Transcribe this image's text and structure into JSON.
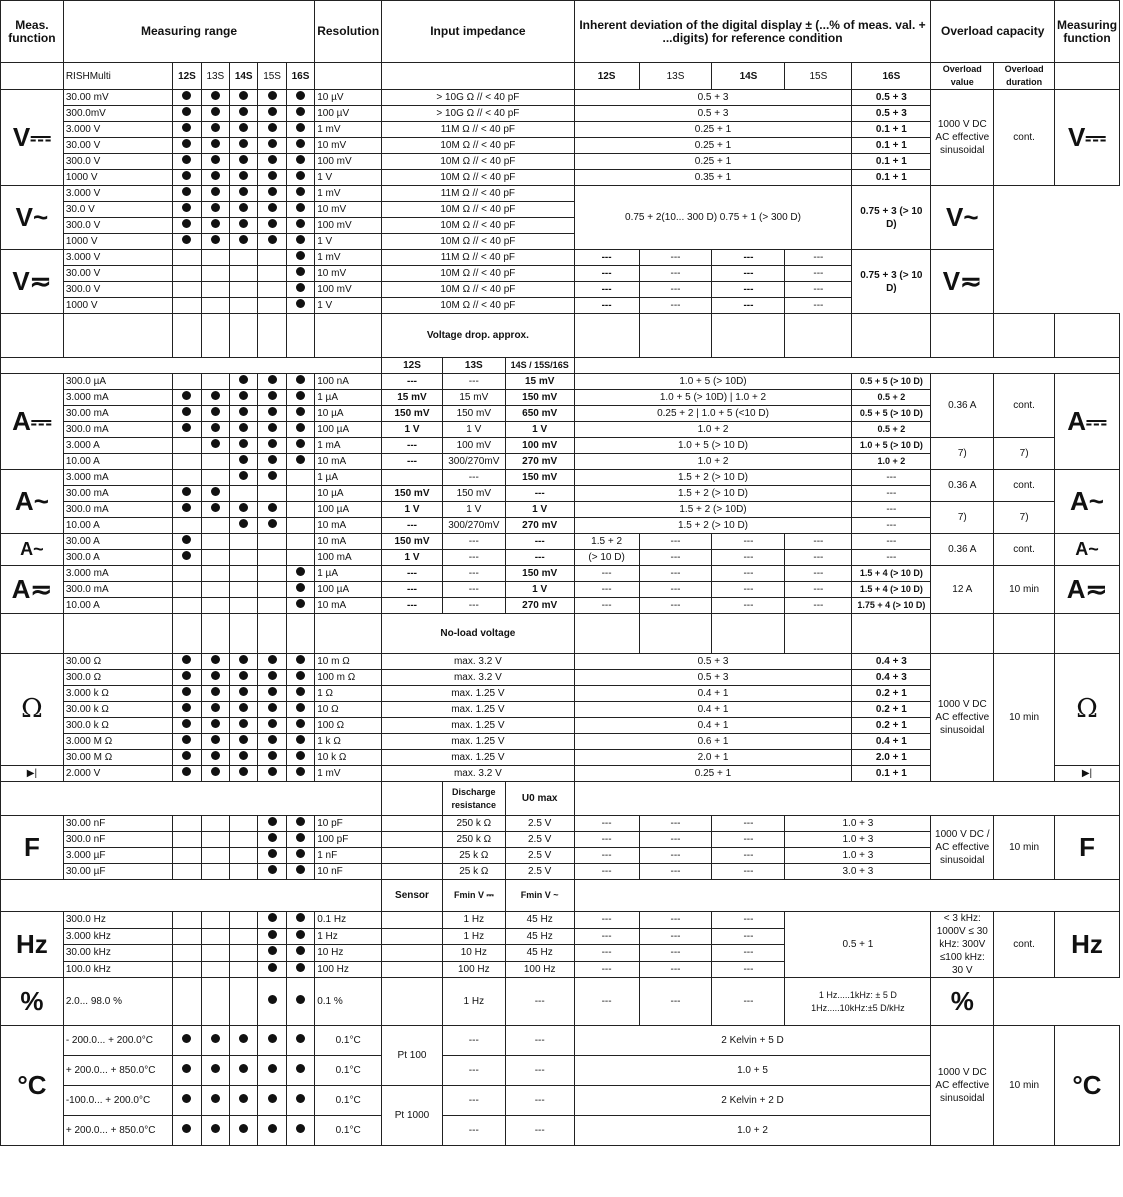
{
  "header": {
    "meas_function": "Meas. function",
    "measuring_range": "Measuring range",
    "resolution": "Resolution",
    "input_impedance": "Input impedance",
    "inherent_deviation": "Inherent deviation of the digital display ± (...% of meas. val. + ...digits) for reference condition",
    "overload_capacity": "Overload capacity",
    "overload_value": "Overload value",
    "overload_duration": "Overload duration",
    "measuring_function": "Measuring function",
    "brand": "RISHMulti",
    "models": [
      "12S",
      "13S",
      "14S",
      "15S",
      "16S"
    ]
  },
  "sections": {
    "vdc": {
      "symbol": "V⎓",
      "overload_value": "1000 V DC AC effective sinusoidal",
      "overload_duration": "cont.",
      "rows": [
        {
          "range": "30.00 mV",
          "res": "10 µV",
          "imp": "> 10G Ω // < 40 pF",
          "dev": "0.5 + 3",
          "dev16": "0.5 + 3"
        },
        {
          "range": "300.0mV",
          "res": "100 µV",
          "imp": "> 10G Ω // < 40 pF",
          "dev": "0.5 + 3",
          "dev16": "0.5 + 3"
        },
        {
          "range": "3.000 V",
          "res": "1 mV",
          "imp": "11M Ω // < 40 pF",
          "dev": "0.25 + 1",
          "dev16": "0.1 + 1"
        },
        {
          "range": "30.00 V",
          "res": "10 mV",
          "imp": "10M Ω // < 40 pF",
          "dev": "0.25 + 1",
          "dev16": "0.1 + 1"
        },
        {
          "range": "300.0 V",
          "res": "100 mV",
          "imp": "10M Ω // < 40 pF",
          "dev": "0.25 + 1",
          "dev16": "0.1 + 1"
        },
        {
          "range": "1000 V",
          "res": "1 V",
          "imp": "10M Ω // < 40 pF",
          "dev": "0.35 + 1",
          "dev16": "0.1 + 1"
        }
      ]
    },
    "vac": {
      "symbol": "V~",
      "dev": "0.75 + 2(10... 300 D) 0.75 + 1 (> 300 D)",
      "dev16": "0.75 + 3 (> 10 D)",
      "rows": [
        {
          "range": "3.000 V",
          "res": "1 mV",
          "imp": "11M Ω // < 40 pF"
        },
        {
          "range": "30.0 V",
          "res": "10 mV",
          "imp": "10M Ω // < 40 pF"
        },
        {
          "range": "300.0 V",
          "res": "100 mV",
          "imp": "10M Ω // < 40 pF"
        },
        {
          "range": "1000 V",
          "res": "1 V",
          "imp": "10M Ω // < 40 pF"
        }
      ]
    },
    "vacdc": {
      "symbol": "V≂",
      "dev16": "0.75 + 3 (> 10 D)",
      "rows": [
        {
          "range": "3.000 V",
          "res": "1 mV",
          "imp": "11M Ω // < 40 pF"
        },
        {
          "range": "30.00 V",
          "res": "10 mV",
          "imp": "10M Ω // < 40 pF"
        },
        {
          "range": "300.0 V",
          "res": "100 mV",
          "imp": "10M Ω // < 40 pF"
        },
        {
          "range": "1000 V",
          "res": "1 V",
          "imp": "10M Ω // < 40 pF"
        }
      ]
    },
    "voltage_drop": {
      "title": "Voltage drop. approx.",
      "c12": "12S",
      "c13": "13S",
      "c14": "14S / 15S/16S"
    },
    "adc": {
      "symbol": "A⎓",
      "rows": [
        {
          "range": "300.0 µA",
          "res": "100 nA",
          "v12": "---",
          "v13": "---",
          "v14": "15 mV",
          "dev": "1.0 + 5 (> 10D)",
          "dev16": "0.5 + 5 (> 10 D)"
        },
        {
          "range": "3.000 mA",
          "res": "1 µA",
          "v12": "15 mV",
          "v13": "15 mV",
          "v14": "150 mV",
          "dev": "1.0 + 5 (> 10D) | 1.0 + 2",
          "dev16": "0.5 + 2"
        },
        {
          "range": "30.00 mA",
          "res": "10 µA",
          "v12": "150 mV",
          "v13": "150 mV",
          "v14": "650 mV",
          "dev": "0.25 + 2 | 1.0 + 5 (<10 D)",
          "dev16": "0.5 + 5 (> 10 D)"
        },
        {
          "range": "300.0 mA",
          "res": "100 µA",
          "v12": "1 V",
          "v13": "1 V",
          "v14": "1 V",
          "dev": "1.0 + 2",
          "dev16": "0.5 + 2"
        },
        {
          "range": "3.000 A",
          "res": "1 mA",
          "v12": "---",
          "v13": "100 mV",
          "v14": "100 mV",
          "dev": "1.0 + 5 (> 10 D)",
          "dev16": "1.0 + 5 (> 10 D)"
        },
        {
          "range": "10.00 A",
          "res": "10 mA",
          "v12": "---",
          "v13": "300/270mV",
          "v14": "270 mV",
          "dev": "1.0 + 2",
          "dev16": "1.0 + 2"
        }
      ],
      "ov1": "0.36 A",
      "dur1": "cont.",
      "ov2": "7)",
      "dur2": "7)"
    },
    "aac": {
      "symbol": "A~",
      "rows": [
        {
          "range": "3.000 mA",
          "res": "1 µA",
          "v12": "",
          "v13": "---",
          "v14": "150 mV",
          "dev": "1.5 + 2 (> 10 D)",
          "dev16": "---"
        },
        {
          "range": "30.00 mA",
          "res": "10 µA",
          "v12": "150 mV",
          "v13": "150 mV",
          "v14": "---",
          "dev": "1.5 + 2 (> 10 D)",
          "dev16": "---"
        },
        {
          "range": "300.0 mA",
          "res": "100 µA",
          "v12": "1 V",
          "v13": "1 V",
          "v14": "1 V",
          "dev": "1.5 + 2 (> 10D)",
          "dev16": "---"
        },
        {
          "range": "10.00 A",
          "res": "10 mA",
          "v12": "---",
          "v13": "300/270mV",
          "v14": "270 mV",
          "dev": "1.5 + 2 (> 10 D)",
          "dev16": "---"
        }
      ],
      "ov1": "0.36 A",
      "dur1": "cont.",
      "ov2": "7)",
      "dur2": "7)"
    },
    "aclamp": {
      "rows": [
        {
          "range": "30.00 A",
          "res": "10 mA",
          "v12": "150 mV",
          "dev": "1.5 + 2"
        },
        {
          "range": "300.0 A",
          "res": "100 mA",
          "v12": "1 V",
          "dev": "(> 10 D)"
        }
      ],
      "ov": "0.36 A",
      "dur": "cont."
    },
    "aacdc": {
      "symbol": "A≂",
      "rows": [
        {
          "range": "3.000 mA",
          "res": "1 µA",
          "v14": "150 mV",
          "dev16": "1.5 + 4 (> 10 D)"
        },
        {
          "range": "300.0 mA",
          "res": "100 µA",
          "v14": "1 V",
          "dev16": "1.5 + 4 (> 10 D)"
        },
        {
          "range": "10.00 A",
          "res": "10 mA",
          "v14": "270 mV",
          "dev16": "1.75 + 4 (> 10 D)"
        }
      ],
      "ov": "12 A",
      "dur": "10 min"
    },
    "noload": {
      "title": "No-load voltage"
    },
    "ohm": {
      "symbol": "Ω",
      "rows": [
        {
          "range": "30.00 Ω",
          "res": "10 m Ω",
          "nl": "max. 3.2 V",
          "dev": "0.5 + 3",
          "dev16": "0.4 + 3"
        },
        {
          "range": "300.0 Ω",
          "res": "100 m Ω",
          "nl": "max. 3.2 V",
          "dev": "0.5 + 3",
          "dev16": "0.4 + 3"
        },
        {
          "range": "3.000 k Ω",
          "res": "1 Ω",
          "nl": "max. 1.25 V",
          "dev": "0.4 + 1",
          "dev16": "0.2 + 1"
        },
        {
          "range": "30.00 k Ω",
          "res": "10 Ω",
          "nl": "max. 1.25 V",
          "dev": "0.4 + 1",
          "dev16": "0.2 + 1"
        },
        {
          "range": "300.0 k Ω",
          "res": "100 Ω",
          "nl": "max. 1.25 V",
          "dev": "0.4 + 1",
          "dev16": "0.2 + 1"
        },
        {
          "range": "3.000 M Ω",
          "res": "1 k Ω",
          "nl": "max. 1.25 V",
          "dev": "0.6 + 1",
          "dev16": "0.4 + 1"
        },
        {
          "range": "30.00 M Ω",
          "res": "10 k Ω",
          "nl": "max. 1.25 V",
          "dev": "2.0 + 1",
          "dev16": "2.0 + 1"
        }
      ],
      "diode": {
        "range": "2.000 V",
        "res": "1 mV",
        "nl": "max. 3.2 V",
        "dev": "0.25 + 1",
        "dev16": "0.1 + 1"
      },
      "ov": "1000 V DC AC effective sinusoidal",
      "dur": "10 min"
    },
    "cap": {
      "symbol": "F",
      "h1": "Discharge resistance",
      "h2": "U0 max",
      "rows": [
        {
          "range": "30.00 nF",
          "res": "10 pF",
          "dr": "250 k Ω",
          "u": "2.5 V",
          "dev": "1.0 + 3"
        },
        {
          "range": "300.0 nF",
          "res": "100 pF",
          "dr": "250 k Ω",
          "u": "2.5 V",
          "dev": "1.0 + 3"
        },
        {
          "range": "3.000 µF",
          "res": "1 nF",
          "dr": "25 k Ω",
          "u": "2.5 V",
          "dev": "1.0 + 3"
        },
        {
          "range": "30.00 µF",
          "res": "10 nF",
          "dr": "25 k Ω",
          "u": "2.5 V",
          "dev": "3.0 + 3"
        }
      ],
      "ov": "1000 V DC / AC effective sinusoidal",
      "dur": "10 min"
    },
    "hz": {
      "symbol": "Hz",
      "sensor": "Sensor",
      "h1": "Fmin V ⎓",
      "h2": "Fmin V ~",
      "rows": [
        {
          "range": "300.0 Hz",
          "res": "0.1 Hz",
          "f1": "1 Hz",
          "f2": "45 Hz"
        },
        {
          "range": "3.000 kHz",
          "res": "1 Hz",
          "f1": "1 Hz",
          "f2": "45 Hz"
        },
        {
          "range": "30.00 kHz",
          "res": "10 Hz",
          "f1": "10 Hz",
          "f2": "45 Hz"
        },
        {
          "range": "100.0 kHz",
          "res": "100 Hz",
          "f1": "100 Hz",
          "f2": "100 Hz"
        }
      ],
      "dev": "0.5 + 1",
      "ov": "< 3 kHz: 1000V ≤ 30 kHz: 300V ≤100 kHz: 30 V",
      "dur": "cont."
    },
    "pct": {
      "symbol": "%",
      "range": "2.0... 98.0 %",
      "res": "0.1 %",
      "f1": "1 Hz",
      "f2": "---",
      "dev1": "1 Hz.....1kHz: ± 5 D",
      "dev2": "1Hz.....10kHz:±5 D/kHz"
    },
    "temp": {
      "symbol": "°C",
      "rows": [
        {
          "range": "- 200.0... + 200.0°C",
          "res": "0.1°C",
          "sensor": "Pt 100",
          "dev": "2 Kelvin + 5 D"
        },
        {
          "range": "+ 200.0... + 850.0°C",
          "res": "0.1°C",
          "sensor": "",
          "dev": "1.0 + 5"
        },
        {
          "range": "-100.0... + 200.0°C",
          "res": "0.1°C",
          "sensor": "Pt 1000",
          "dev": "2 Kelvin + 2 D"
        },
        {
          "range": "+ 200.0... + 850.0°C",
          "res": "0.1°C",
          "sensor": "",
          "dev": "1.0 + 2"
        }
      ],
      "ov": "1000 V DC AC effective sinusoidal",
      "dur": "10 min"
    }
  }
}
